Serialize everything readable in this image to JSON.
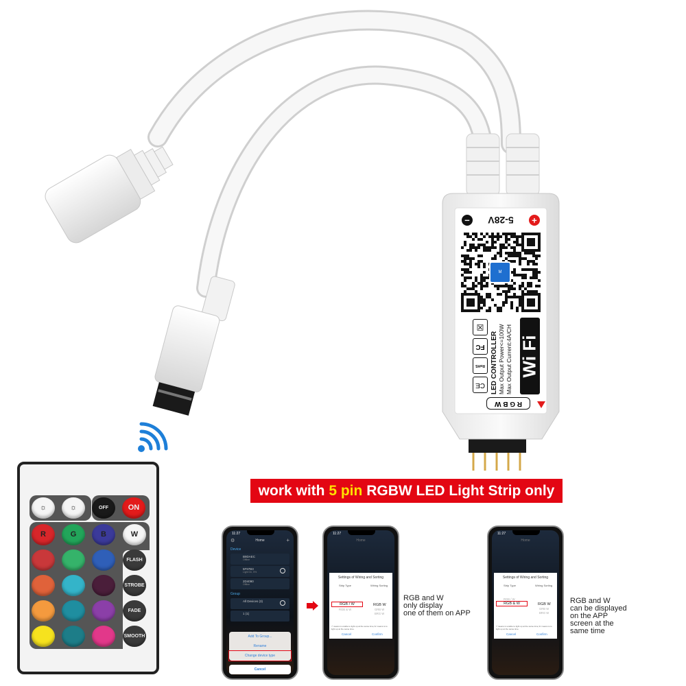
{
  "banner": {
    "prefix": "work with ",
    "highlight": "5 pin",
    "suffix": " RGBW LED Light Strip only",
    "bg_color": "#e30613",
    "highlight_color": "#ffe100"
  },
  "controller": {
    "voltage": "5-28V",
    "minus": "−",
    "plus": "+",
    "brand": "Wi Fi",
    "title": "LED CONTROLLER",
    "power": "Max Output Power<=100W",
    "current": "Max Output Current:4A/CH",
    "type": "R G B W",
    "certs": [
      "CE",
      "RoHS",
      "FC"
    ],
    "app_logo": "Magic Home",
    "pin_count": 5
  },
  "remote": {
    "top_keys": [
      {
        "label": "",
        "icon": "brightness-up-icon",
        "color": "#f5f5f5"
      },
      {
        "label": "",
        "icon": "brightness-down-icon",
        "color": "#f5f5f5"
      },
      {
        "label": "OFF",
        "color": "#1a1a1a"
      },
      {
        "label": "ON",
        "color": "#e31b1b"
      }
    ],
    "color_keys": [
      [
        {
          "label": "R",
          "color": "#d8262a"
        },
        {
          "label": "G",
          "color": "#22a55a"
        },
        {
          "label": "B",
          "color": "#3b3a9a"
        }
      ],
      [
        {
          "label": "",
          "color": "#c9383a"
        },
        {
          "label": "",
          "color": "#35b36a"
        },
        {
          "label": "",
          "color": "#2f5fb8"
        }
      ],
      [
        {
          "label": "",
          "color": "#e0623a"
        },
        {
          "label": "",
          "color": "#34b4c9"
        },
        {
          "label": "",
          "color": "#4a1e3a"
        }
      ],
      [
        {
          "label": "",
          "color": "#f49a3e"
        },
        {
          "label": "",
          "color": "#1f8ea0"
        },
        {
          "label": "",
          "color": "#8b3fa8"
        }
      ],
      [
        {
          "label": "",
          "color": "#f6e21e"
        },
        {
          "label": "",
          "color": "#1d7d88"
        },
        {
          "label": "",
          "color": "#e2388a"
        }
      ]
    ],
    "side_keys": [
      {
        "label": "W",
        "color": "#f5f5f5"
      },
      {
        "label": "FLASH",
        "color": "#3a3a3a"
      },
      {
        "label": "STROBE",
        "color": "#3a3a3a"
      },
      {
        "label": "FADE",
        "color": "#3a3a3a"
      },
      {
        "label": "SMOOTH",
        "color": "#3a3a3a"
      }
    ]
  },
  "phones": [
    {
      "time": "11:27",
      "header": "Home",
      "device_section": "Device",
      "devices": [
        {
          "name": "B9DAEC",
          "status": "Offline"
        },
        {
          "name": "5F97B3",
          "status": "Light On, 5%"
        },
        {
          "name": "2D4090",
          "status": "Offline"
        }
      ],
      "group_section": "Group",
      "groups": [
        {
          "name": "All Devices (3)"
        },
        {
          "name": "1 (1)"
        }
      ],
      "menu": [
        "Add To Group...",
        "Rename",
        "Change device type"
      ],
      "cancel": "Cancel"
    },
    {
      "time": "11:27",
      "header": "Home",
      "dialog_title": "Settings of Wiring and Sorting",
      "col1": "Strip Type",
      "col2": "Wiring Sorting",
      "selected_type": "RGB / W",
      "other_type": "RGB & W",
      "selected_wiring": "RGB W",
      "other_wiring": [
        "GRB W",
        "BRG W"
      ],
      "note": "'/' means is unable to light up at the same time,'&' means is to light up at the same time.",
      "cancel": "Cancel",
      "confirm": "Confirm"
    },
    {
      "time": "11:27",
      "header": "Home",
      "dialog_title": "Settings of Wiring and Sorting",
      "col1": "Strip Type",
      "col2": "Wiring Sorting",
      "other_type": "RGB / W",
      "selected_type": "RGB & W",
      "selected_wiring": "RGB W",
      "other_wiring": [
        "GRB W",
        "BRG W"
      ],
      "note": "'/' means is unable to light up at the same time,'&' means is to light up at the same time.",
      "cancel": "Cancel",
      "confirm": "Confirm"
    }
  ],
  "captions": {
    "first": [
      "RGB and W",
      "only display",
      "one of them on APP"
    ],
    "second": [
      "RGB and W",
      "can be displayed",
      "on the APP",
      "screen at the",
      "same time"
    ]
  },
  "wifi_color": "#1e7fd8"
}
